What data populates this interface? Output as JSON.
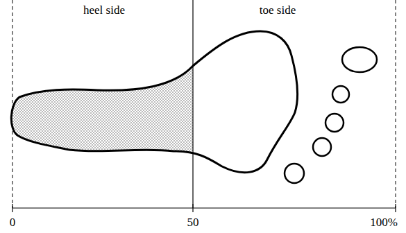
{
  "diagram": {
    "labels": [
      "heel side",
      "toe side",
      "0",
      "50",
      "100%"
    ]
  }
}
